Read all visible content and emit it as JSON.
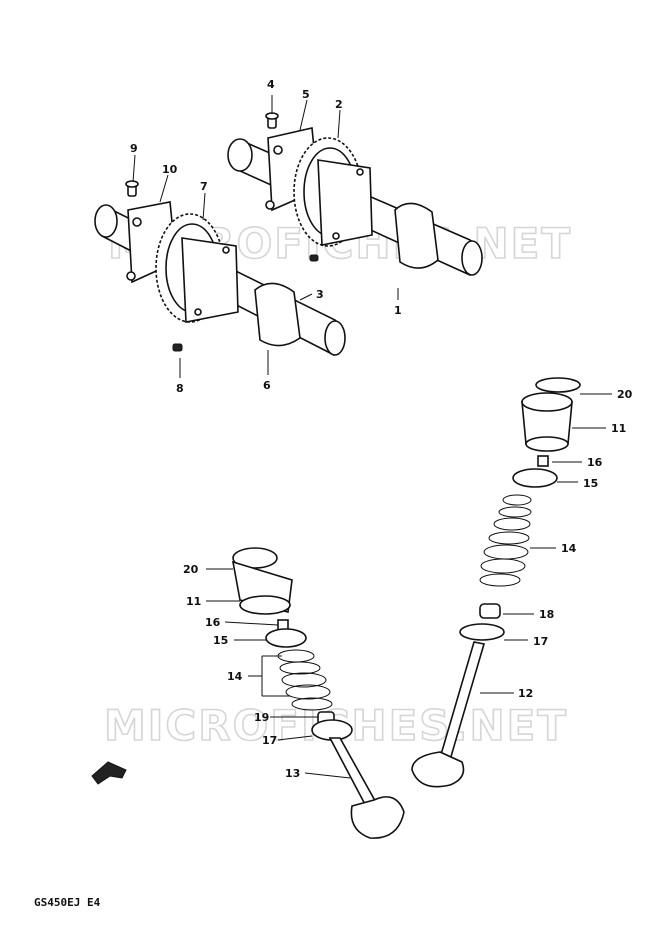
{
  "watermark": "MICROFICHES.NET",
  "model_code": "GS450EJ E4",
  "callouts": {
    "c1": "1",
    "c2": "2",
    "c3": "3",
    "c4": "4",
    "c5": "5",
    "c6": "6",
    "c7": "7",
    "c8": "8",
    "c9": "9",
    "c10": "10",
    "c11a": "11",
    "c11b": "11",
    "c12": "12",
    "c13": "13",
    "c14a": "14",
    "c14b": "14",
    "c15a": "15",
    "c15b": "15",
    "c16a": "16",
    "c16b": "16",
    "c17a": "17",
    "c17b": "17",
    "c18": "18",
    "c19": "19",
    "c20a": "20",
    "c20b": "20"
  },
  "icons": {
    "front_arrow": "front-arrow-icon"
  }
}
